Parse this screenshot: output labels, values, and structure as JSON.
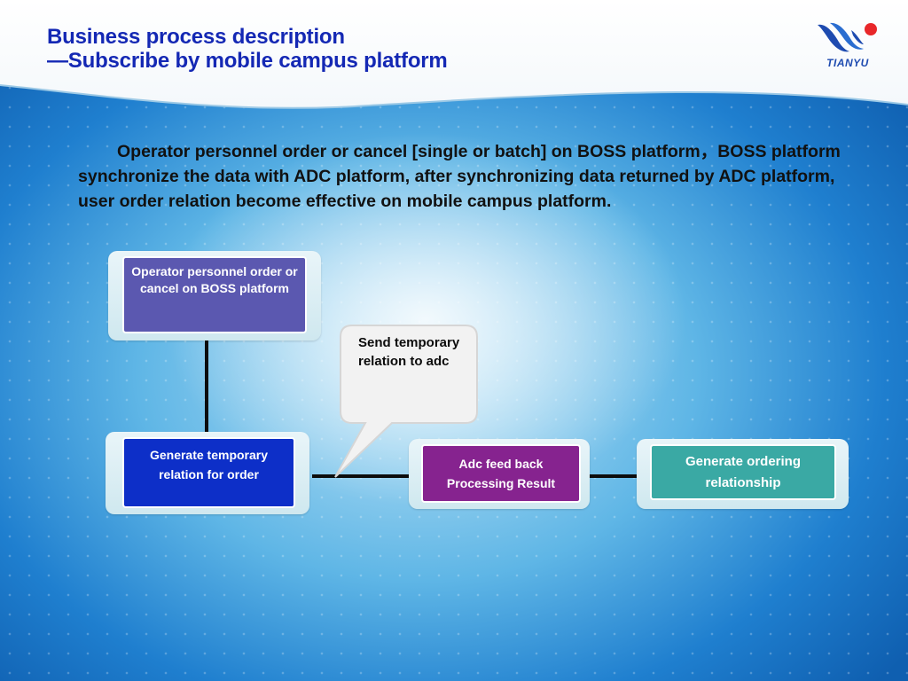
{
  "title": {
    "line1": "Business process description",
    "line2": "—Subscribe by mobile campus platform"
  },
  "logo": {
    "text": "TIANYU"
  },
  "intro_text": "Operator  personnel order or cancel [single or batch] on BOSS platform，BOSS platform synchronize the data with ADC platform, after synchronizing data returned by ADC platform, user order relation become effective on mobile campus platform.",
  "flow": {
    "operator_box": "Operator  personnel order or cancel on BOSS platform",
    "generate_temp_box": "Generate temporary relation for order",
    "callout": "Send temporary relation to adc",
    "adc_feedback_box": "Adc feed back Processing Result",
    "generate_ordering_box": "Generate ordering relationship"
  },
  "colors": {
    "title": "#1428b4",
    "operator_box": "#5b58b0",
    "generate_temp_box": "#0d2fc8",
    "adc_feedback_box": "#86238f",
    "generate_ordering_box": "#3aa9a4"
  }
}
